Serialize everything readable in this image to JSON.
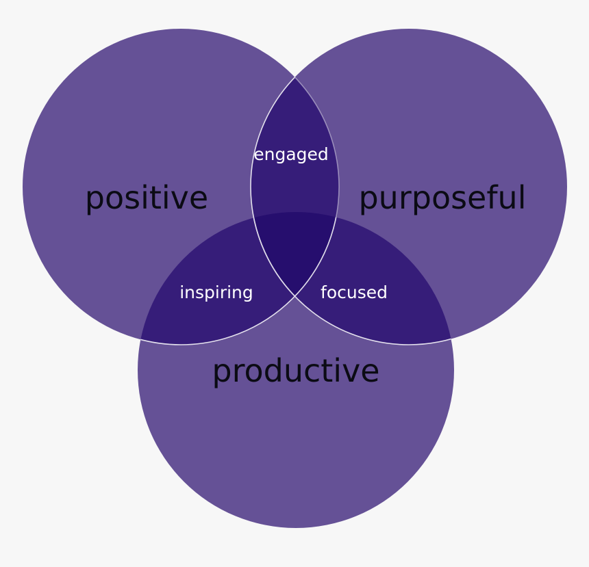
{
  "diagram": {
    "type": "venn",
    "colors": {
      "background": "#f7f7f7",
      "circle": "#655196",
      "pair_overlap": "#361d79",
      "center_overlap": "#260e6e",
      "outline": "#ffffff",
      "main_label": "#0b0b14",
      "overlap_label": "#ffffff"
    },
    "circles": [
      {
        "id": "left",
        "label": "positive"
      },
      {
        "id": "right",
        "label": "purposeful"
      },
      {
        "id": "bottom",
        "label": "productive"
      }
    ],
    "overlaps": [
      {
        "between": [
          "left",
          "right"
        ],
        "label": "engaged"
      },
      {
        "between": [
          "left",
          "bottom"
        ],
        "label": "inspiring"
      },
      {
        "between": [
          "right",
          "bottom"
        ],
        "label": "focused"
      }
    ]
  }
}
